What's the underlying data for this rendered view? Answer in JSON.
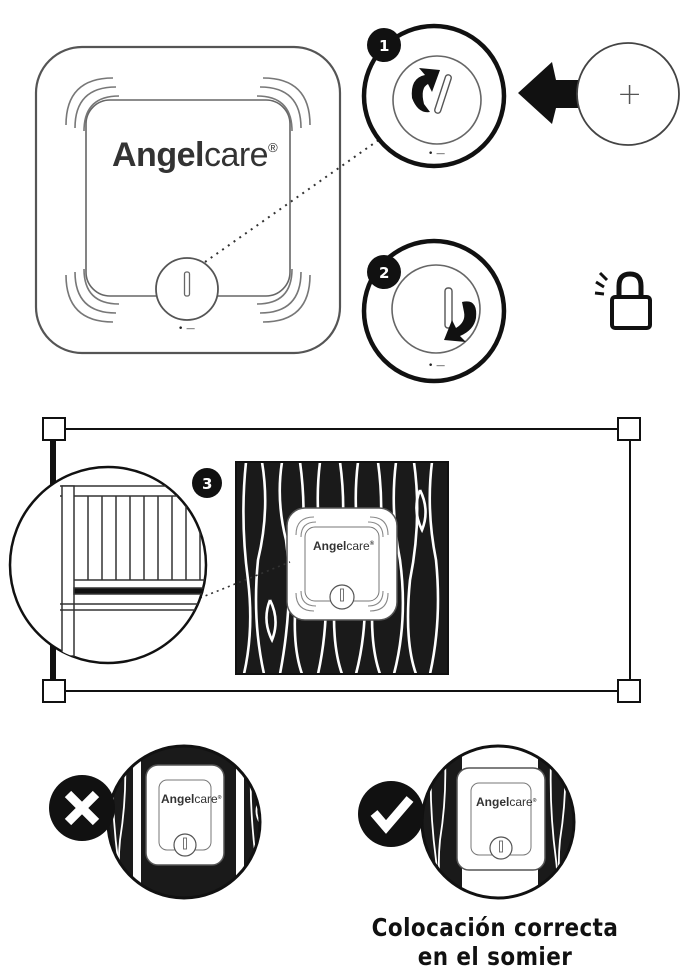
{
  "brand": {
    "name_bold": "Angel",
    "name_regular": "care",
    "mark": "®"
  },
  "steps": [
    {
      "number": "1",
      "icon": "rotate-open-arrow-icon"
    },
    {
      "number": "2",
      "icon": "rotate-lock-arrow-icon"
    },
    {
      "number": "3",
      "icon": "crib-placement-icon"
    }
  ],
  "battery": {
    "symbol": "+"
  },
  "polarity": {
    "label": "• —"
  },
  "status_icons": {
    "lock": "padlock-icon",
    "wrong": "x-mark-icon",
    "correct": "check-mark-icon"
  },
  "colors": {
    "ink": "#111111",
    "line": "#666666",
    "panel": "#ffffff"
  },
  "caption": {
    "line1": "Colocación correcta",
    "line2": "en el somier"
  }
}
